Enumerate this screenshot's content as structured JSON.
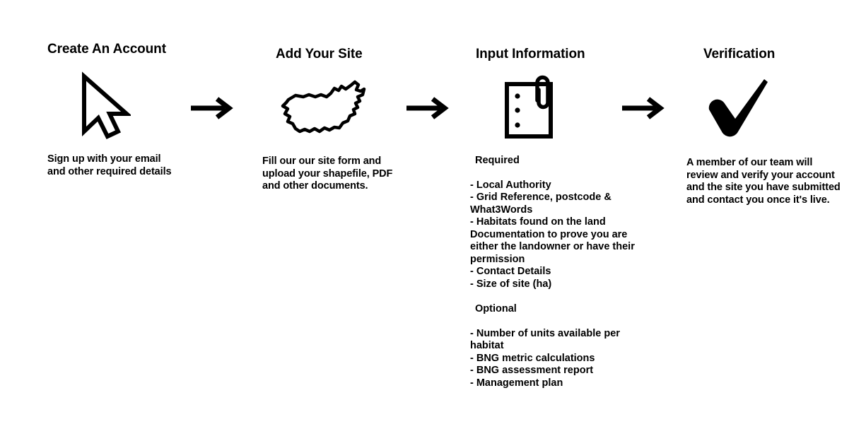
{
  "page": {
    "background": "#ffffff",
    "ink": "#000000"
  },
  "steps": [
    {
      "id": "create-an-account",
      "title": "Create An Account",
      "icon": "cursor-pointer-icon",
      "body": "Sign up with your email\nand other required details"
    },
    {
      "id": "add-your-site",
      "title": "Add Your Site",
      "icon": "map-outline-icon",
      "body": "Fill our our site form and\nupload your shapefile, PDF\nand other documents."
    },
    {
      "id": "input-information",
      "title": "Input Information",
      "icon": "clipboard-paperclip-icon",
      "required_heading": "Required",
      "required_items": [
        "- Local Authority",
        "- Grid Reference, postcode & What3Words",
        "- Habitats found on the land Documentation to prove you are either the landowner or have their permission",
        "- Contact Details",
        "- Size of site (ha)"
      ],
      "optional_heading": "Optional",
      "optional_items": [
        "- Number of units available per habitat",
        "- BNG metric calculations",
        "- BNG assessment report",
        "- Management plan"
      ]
    },
    {
      "id": "verification",
      "title": "Verification",
      "icon": "checkmark-icon",
      "body": "A member of our team will\nreview and verify your account\nand the site you have submitted\nand contact you once it's live."
    }
  ],
  "connectors": [
    {
      "id": "arrow-1",
      "icon": "arrow-right-icon"
    },
    {
      "id": "arrow-2",
      "icon": "arrow-right-icon"
    },
    {
      "id": "arrow-3",
      "icon": "arrow-right-icon"
    }
  ]
}
